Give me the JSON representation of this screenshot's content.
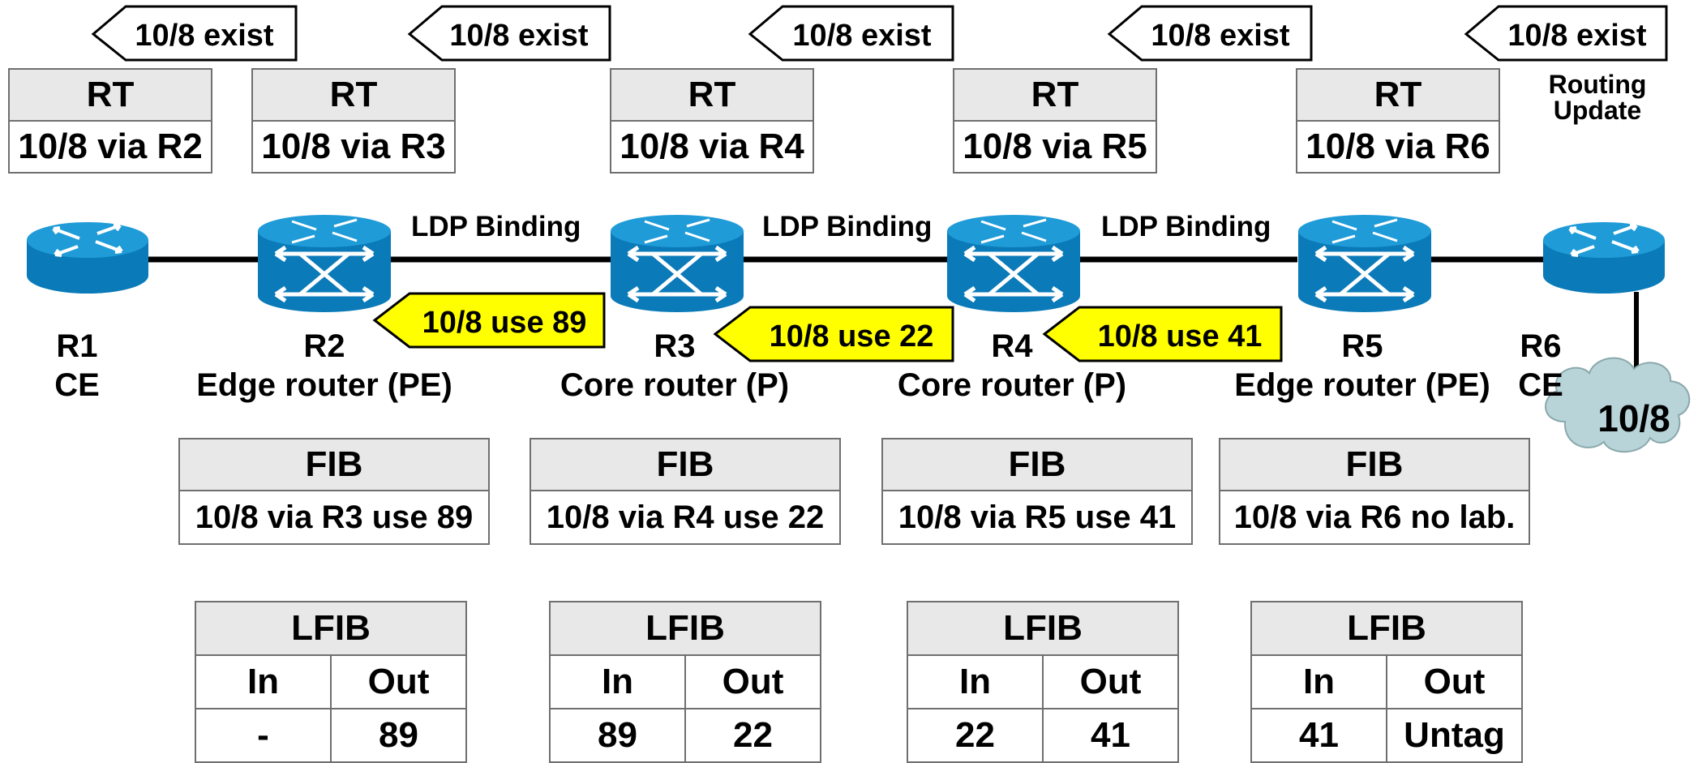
{
  "routing_updates": [
    {
      "text": "10/8 exist"
    },
    {
      "text": "10/8 exist"
    },
    {
      "text": "10/8 exist"
    },
    {
      "text": "10/8 exist"
    },
    {
      "text": "10/8 exist"
    }
  ],
  "routing_update_label": [
    "Routing",
    "Update"
  ],
  "rt_tables": [
    {
      "header": "RT",
      "entry": "10/8 via R2"
    },
    {
      "header": "RT",
      "entry": "10/8 via R3"
    },
    {
      "header": "RT",
      "entry": "10/8 via R4"
    },
    {
      "header": "RT",
      "entry": "10/8 via R5"
    },
    {
      "header": "RT",
      "entry": "10/8 via R6"
    }
  ],
  "ldp_binding_labels": [
    "LDP Binding",
    "LDP Binding",
    "LDP Binding"
  ],
  "label_advertisements": [
    {
      "text": "10/8 use 89"
    },
    {
      "text": "10/8 use 22"
    },
    {
      "text": "10/8 use 41"
    }
  ],
  "routers": [
    {
      "name": "R1",
      "role": "CE"
    },
    {
      "name": "R2",
      "role": "Edge router (PE)"
    },
    {
      "name": "R3",
      "role": "Core router (P)"
    },
    {
      "name": "R4",
      "role": "Core router (P)"
    },
    {
      "name": "R5",
      "role": "Edge router (PE)"
    },
    {
      "name": "R6",
      "role": "CE"
    }
  ],
  "network_cloud": "10/8",
  "fib_tables": [
    {
      "header": "FIB",
      "entry": "10/8 via R3 use 89"
    },
    {
      "header": "FIB",
      "entry": "10/8 via R4 use 22"
    },
    {
      "header": "FIB",
      "entry": "10/8 via R5 use 41"
    },
    {
      "header": "FIB",
      "entry": "10/8 via R6 no lab."
    }
  ],
  "lfib_tables": [
    {
      "header": "LFIB",
      "col_in": "In",
      "col_out": "Out",
      "in": "-",
      "out": "89"
    },
    {
      "header": "LFIB",
      "col_in": "In",
      "col_out": "Out",
      "in": "89",
      "out": "22"
    },
    {
      "header": "LFIB",
      "col_in": "In",
      "col_out": "Out",
      "in": "22",
      "out": "41"
    },
    {
      "header": "LFIB",
      "col_in": "In",
      "col_out": "Out",
      "in": "41",
      "out": "Untag"
    }
  ],
  "colors": {
    "router_body": "#0a7ab8",
    "router_top": "#1f9bd8",
    "advert_fill": "#ffff00",
    "table_header": "#e8e8e8",
    "cloud": "#b8d4d8",
    "link": "#000000"
  }
}
